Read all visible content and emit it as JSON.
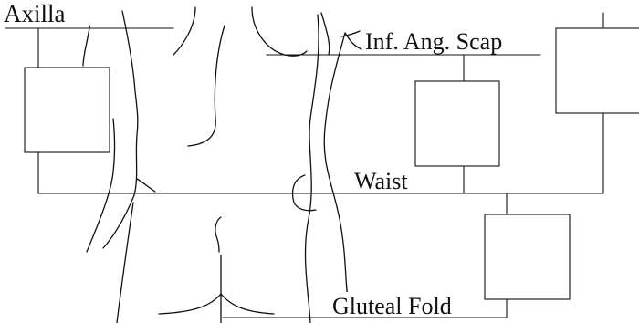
{
  "labels": {
    "axilla": "Axilla",
    "inf_ang_scap": "Inf. Ang. Scap",
    "waist": "Waist",
    "gluteal_fold": "Gluteal Fold"
  },
  "colors": {
    "line": "#111111",
    "background": "#ffffff"
  }
}
